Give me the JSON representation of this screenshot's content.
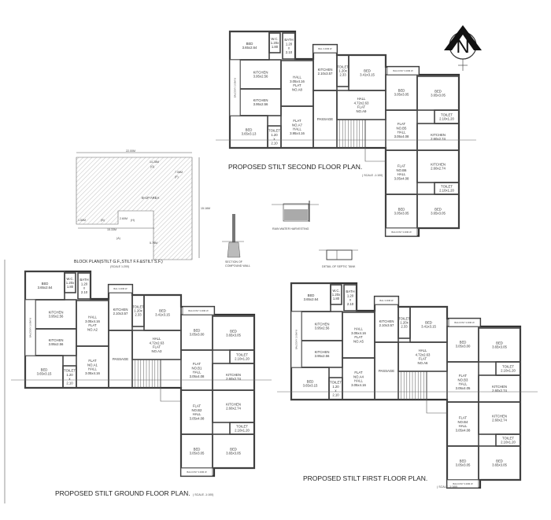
{
  "north_label": "N",
  "floors": [
    {
      "title": "PROPOSED STILT GROUND FLOOR   PLAN.",
      "scale": "( SCALE -1:100)",
      "rooms": [
        [
          "BED",
          "3.65x2.64"
        ],
        [
          "W.C.",
          "1.20x",
          "1.80"
        ],
        [
          "BATH",
          "1.20",
          "x",
          "2.10"
        ],
        [
          "KITCHEN",
          "3.95x2.56"
        ],
        [
          "KITCHEN",
          "3.95x2.56"
        ],
        [
          "HALL",
          "3.05x4.16",
          "FLAT",
          "NO.A2"
        ],
        [
          "FLAT",
          "NO.A1",
          "HALL",
          "3.05x4.16"
        ],
        [
          "BED",
          "3.65x3.15"
        ],
        [
          "TOILET",
          "1.20",
          "x",
          "2.10"
        ],
        [
          "KITCHEN",
          "2.10x3.57"
        ],
        [
          "TOILET",
          "1.20x",
          "2.33"
        ],
        [
          "BED",
          "3.41x3.15"
        ],
        [
          "HALL",
          "4.72x2.63",
          "FLAT",
          "NO.A3"
        ],
        [
          "PASSAGE"
        ],
        [
          "BED",
          "3.05x3.00"
        ],
        [
          "BED",
          "3.65x3.05"
        ],
        [
          "TOILET",
          "2.10x1.20"
        ],
        [
          "FLAT",
          "NO.B1",
          "HALL",
          "3.05x4.08"
        ],
        [
          "KITCHEN",
          "2.60x2.74"
        ],
        [
          "FLAT",
          "NO.B2",
          "HALL",
          "3.05x4.08"
        ],
        [
          "KITCHEN",
          "2.60x2.74"
        ],
        [
          "TOILET",
          "2.10x1.20"
        ],
        [
          "BED",
          "3.05x3.05"
        ],
        [
          "BED",
          "3.65x3.05"
        ]
      ],
      "balconies": [
        "BALCONY 3.00M W",
        "BAL 3.00M W",
        "BALCONY 3.00M W",
        "BALCONY 3.00M W"
      ]
    },
    {
      "title": "PROPOSED STILT SECOND FLOOR  PLAN.",
      "scale": "( SCALE -1:100)",
      "rooms": [
        [
          "BED",
          "3.65x2.64"
        ],
        [
          "W.C.",
          "1.20x",
          "1.80"
        ],
        [
          "BATH",
          "1.20",
          "x",
          "2.10"
        ],
        [
          "KITCHEN",
          "3.95x2.56"
        ],
        [
          "KITCHEN",
          "3.95x2.56"
        ],
        [
          "HALL",
          "3.05x4.16",
          "FLAT",
          "NO.A8"
        ],
        [
          "FLAT",
          "NO.A7",
          "HALL",
          "3.95x4.16"
        ],
        [
          "BED",
          "3.65x3.13"
        ],
        [
          "TOILET",
          "1.20",
          "x",
          "2.10"
        ],
        [
          "KITCHEN",
          "2.10x3.57"
        ],
        [
          "TOILET",
          "1.20x",
          "2.33"
        ],
        [
          "BED",
          "3.41x3.15"
        ],
        [
          "HALL",
          "4.72x2.63",
          "FLAT",
          "NO.A9"
        ],
        [
          "PASSAGE"
        ],
        [
          "BED",
          "3.05x3.05"
        ],
        [
          "BED",
          "3.65x3.05"
        ],
        [
          "TOILET",
          "2.10x1.20"
        ],
        [
          "FLAT",
          "NO.B5",
          "HALL",
          "3.05x4.08"
        ],
        [
          "KITCHEN",
          "2.60x2.74"
        ],
        [
          "FLAT",
          "NO.B6",
          "HALL",
          "3.05x4.08"
        ],
        [
          "KITCHEN",
          "2.60x2.74"
        ],
        [
          "TOILET",
          "2.10x1.20"
        ],
        [
          "BED",
          "3.05x3.05"
        ],
        [
          "BED",
          "3.65x3.05"
        ]
      ],
      "balconies": [
        "BALCONY 3.00M W",
        "BAL 3.00M W",
        "BALCONY 3.00M W",
        "BALCONY 3.00M W"
      ]
    },
    {
      "title": "PROPOSED STILT FIRST FLOOR  PLAN.",
      "scale": "( SCALE -1:100)",
      "rooms": [
        [
          "BED",
          "3.65x2.64"
        ],
        [
          "W.C.",
          "1.20x",
          "1.80"
        ],
        [
          "BATH",
          "1.20",
          "x",
          "2.10"
        ],
        [
          "KITCHEN",
          "3.95x2.56"
        ],
        [
          "KITCHEN",
          "3.95x2.56"
        ],
        [
          "HALL",
          "3.05x4.16",
          "FLAT",
          "NO.A5"
        ],
        [
          "FLAT",
          "NO.A4",
          "HALL",
          "3.05x4.16"
        ],
        [
          "BED",
          "3.65x3.15"
        ],
        [
          "TOILET",
          "1.20",
          "x",
          "2.10"
        ],
        [
          "KITCHEN",
          "2.10x3.57"
        ],
        [
          "TOILET",
          "1.20x",
          "2.33"
        ],
        [
          "BED",
          "3.41x3.15"
        ],
        [
          "HALL",
          "4.72x2.63",
          "FLAT",
          "NO.A6"
        ],
        [
          "PASSAGE"
        ],
        [
          "BED",
          "3.05x3.00"
        ],
        [
          "BED",
          "3.65x3.05"
        ],
        [
          "TOILET",
          "2.10x1.20"
        ],
        [
          "FLAT",
          "NO.B3",
          "HALL",
          "3.05x4.05"
        ],
        [
          "KITCHEN",
          "2.60x2.74"
        ],
        [
          "FLAT",
          "NO.B4",
          "HALL",
          "3.05x4.08"
        ],
        [
          "KITCHEN",
          "2.60x2.74"
        ],
        [
          "TOILET",
          "2.10x1.20"
        ],
        [
          "BED",
          "3.05x3.05"
        ],
        [
          "BED",
          "3.65x3.05"
        ]
      ],
      "balconies": [
        "BALCONY 3.00M W",
        "BAL 3.00M W",
        "BALCONY 3.00M W",
        "BALCONY 3.00M W"
      ]
    }
  ],
  "block_plan": {
    "title": "BLOCK PLAN(STILT G.F.,STILT F.F.&STILT S.F.)",
    "scale": "(SCALE 1:200)",
    "area_label": "B-UP AREA",
    "dims": [
      "22.00M",
      "14.28M",
      "(G)",
      "7.08M",
      "(F)",
      "15.33M",
      "(A)",
      "(B)",
      "(H)",
      "15.16M",
      "5.78M",
      "2.60M",
      "1.50M"
    ]
  },
  "details": {
    "compound_wall": [
      "SECTION OF",
      "COMPOUND WALL"
    ],
    "rain_water": "RAIN WATER HARVESTING",
    "septic_tank": "DETAIL OF SEPTIC TANK"
  }
}
